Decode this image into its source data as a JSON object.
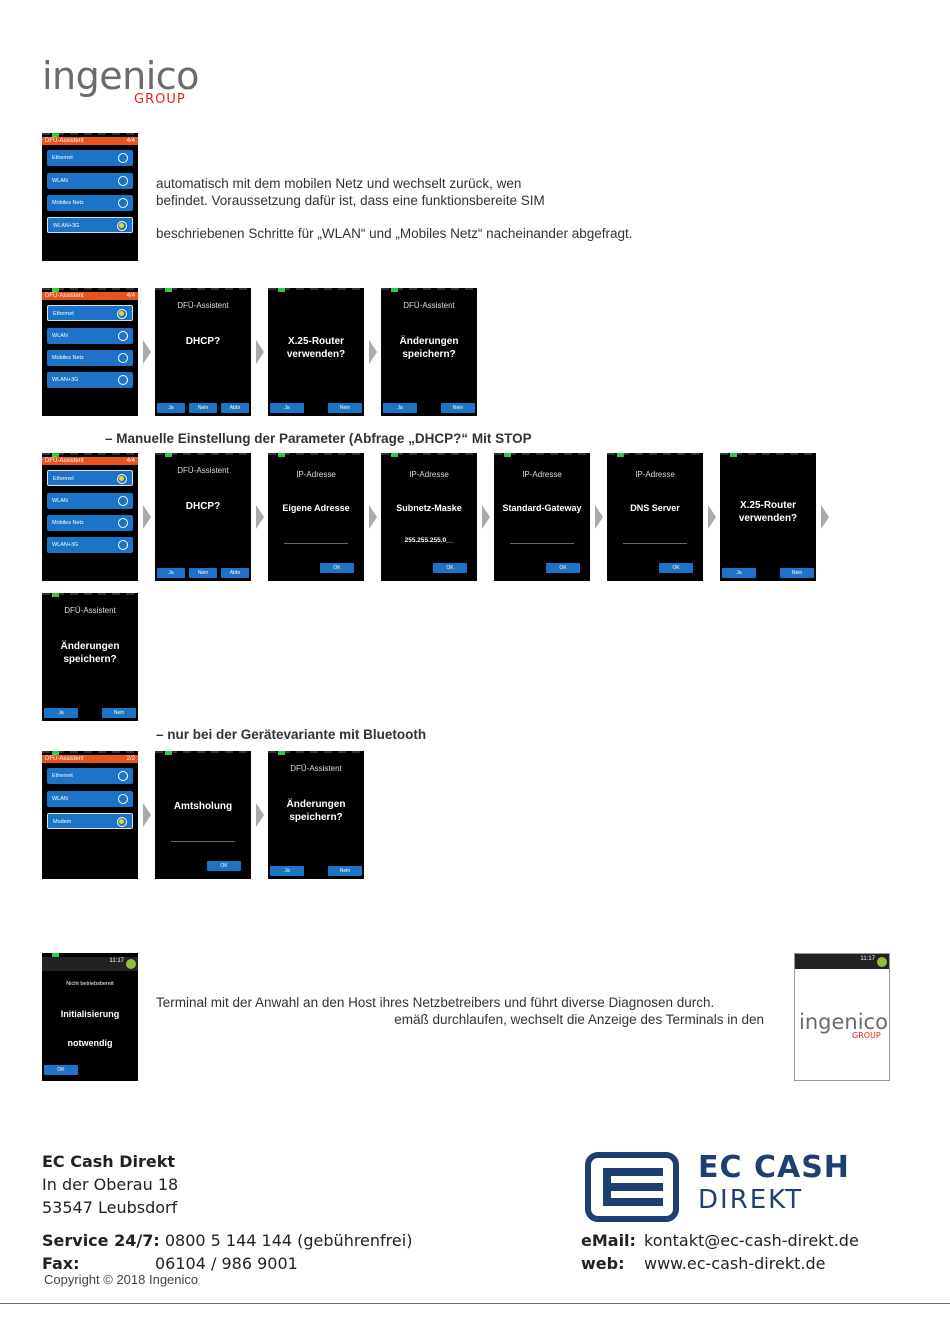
{
  "logo": {
    "main": "ingenico",
    "group": "GROUP"
  },
  "section1": {
    "line1": "automatisch mit dem mobilen Netz und wechselt zurück, wen",
    "line2": "befindet. Voraussetzung dafür ist, dass eine funktionsbereite SIM",
    "line3": "beschriebenen Schritte für „WLAN“ und „Mobiles Netz“ nacheinander abgefragt."
  },
  "headings": {
    "manual": "– Manuelle Einstellung der Parameter (Abfrage „DHCP?“ Mit STOP",
    "bluetooth": "– nur bei der Gerätevariante mit Bluetooth"
  },
  "screens": {
    "assistant_title": "DFÜ-Assistent",
    "page_4_4": "4/4",
    "page_2_2": "2/2",
    "options": [
      "Ethernet",
      "WLAN",
      "Mobiles Netz",
      "WLAN+3G"
    ],
    "options_bt": [
      "Ethernet",
      "WLAN",
      "Modem"
    ],
    "dhcp": "DHCP?",
    "x25_line1": "X.25-Router",
    "x25_line2": "verwenden?",
    "save_line1": "Änderungen",
    "save_line2": "speichern?",
    "ip_title": "IP-Adresse",
    "own_address": "Eigene Adresse",
    "subnet": "Subnetz-Maske",
    "subnet_value": "255.255.255.0__",
    "gateway": "Standard-Gateway",
    "dns": "DNS Server",
    "amtsholung": "Amtsholung",
    "btn_ja": "Ja",
    "btn_nein": "Nein",
    "btn_abbr": "Abbr",
    "btn_ok_small": "OK",
    "init_small": "Nicht betriebsbereit",
    "init_line1": "Initialisierung",
    "init_line2": "notwendig",
    "init_ok": "OK",
    "time": "11:17"
  },
  "section_bottom": {
    "line1": "Terminal mit der Anwahl an den Host ihres Netzbetreibers und führt diverse Diagnosen durch.",
    "line2": "emäß durchlaufen, wechselt die Anzeige des Terminals in den"
  },
  "footer": {
    "company": "EC Cash Direkt",
    "street": "In der Oberau 18",
    "city": "53547 Leubsdorf",
    "service_label": "Service 24/7:",
    "service_value": "0800 5 144 144 (gebührenfrei)",
    "fax_label": "Fax:",
    "fax_value": "06104 / 986 9001",
    "email_label": "eMail:",
    "email_value": "kontakt@ec-cash-direkt.de",
    "web_label": "web:",
    "web_value": "www.ec-cash-direkt.de",
    "brand_line1": "EC CASH",
    "brand_line2": "DIREKT",
    "copyright": "Copyright © 2018 Ingenico"
  },
  "colors": {
    "accent_blue": "#1d74c6",
    "header_orange": "#e8541d",
    "brand_navy": "#1f3f73",
    "logo_red": "#e2231a"
  }
}
